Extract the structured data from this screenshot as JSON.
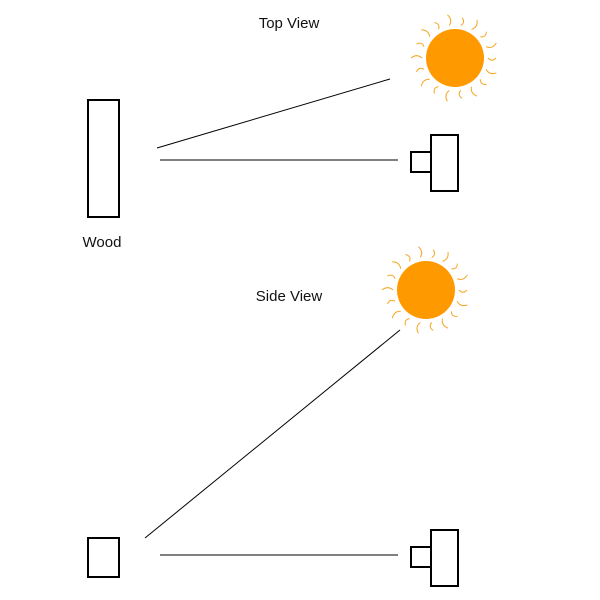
{
  "labels": {
    "top_view": "Top View",
    "side_view": "Side View",
    "wood": "Wood"
  },
  "colors": {
    "sun_fill": "#ff9900",
    "sun_ray": "#f5a623",
    "line": "#000000",
    "outline": "#000000"
  },
  "icons": {
    "sun": "sun-icon",
    "camera": "camera-icon"
  }
}
